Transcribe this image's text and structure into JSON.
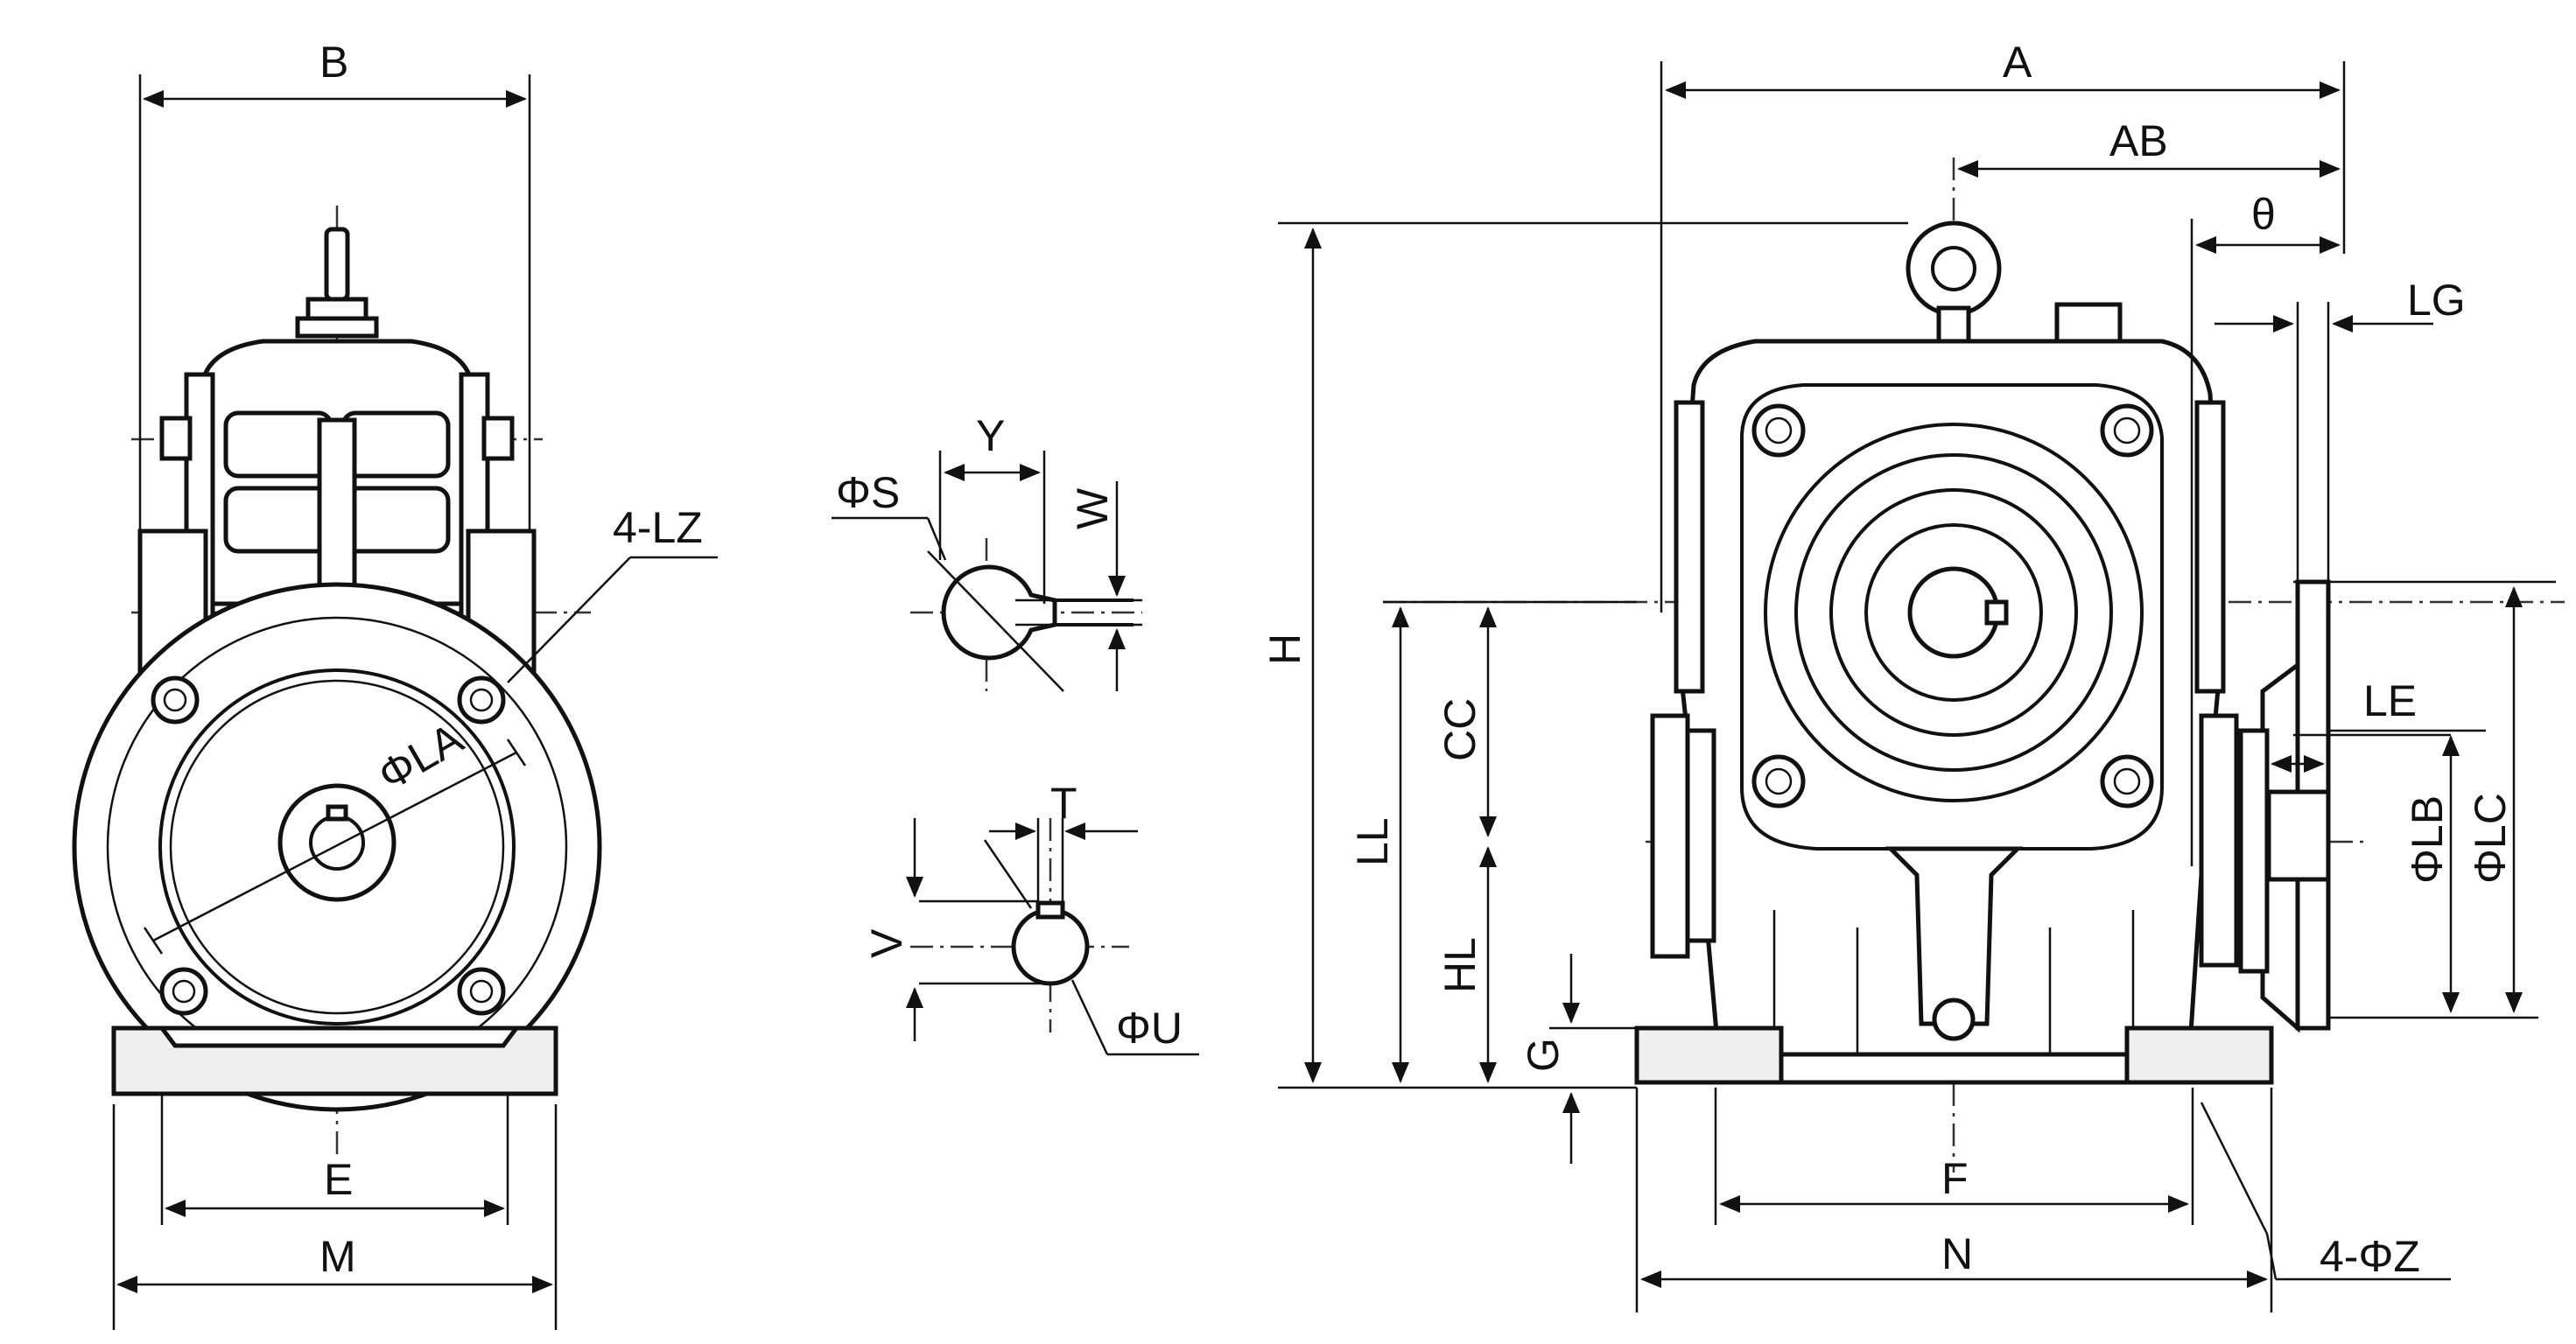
{
  "labels": {
    "B": "B",
    "four_lz": "4-LZ",
    "phi_la": "ΦLA",
    "E": "E",
    "M": "M",
    "Y": "Y",
    "phi_s": "ΦS",
    "W": "W",
    "T": "T",
    "V": "V",
    "phi_u": "ΦU",
    "A": "A",
    "AB": "AB",
    "theta": "θ",
    "LG": "LG",
    "H": "H",
    "CC": "CC",
    "LL": "LL",
    "HL": "HL",
    "G": "G",
    "LE": "LE",
    "phi_lb": "ΦLB",
    "phi_lc": "ΦLC",
    "F": "F",
    "N": "N",
    "four_phi_z": "4-ΦZ"
  }
}
